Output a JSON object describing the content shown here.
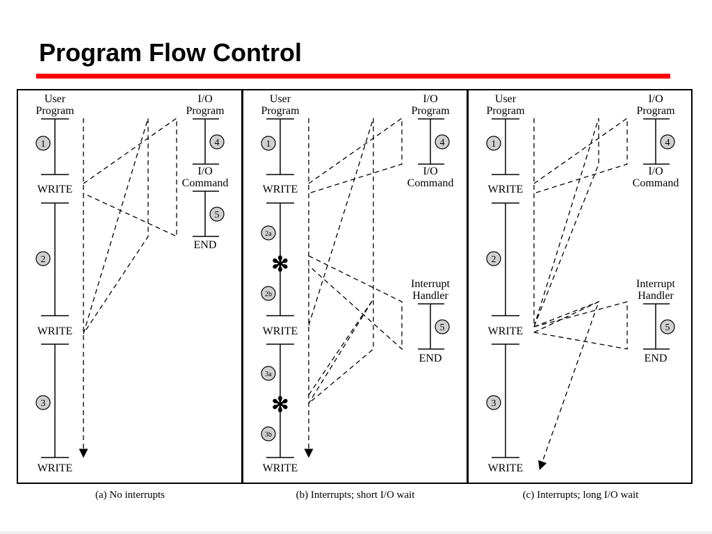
{
  "slide": {
    "title": "Program Flow Control"
  },
  "labels": {
    "user_program": [
      "User",
      "Program"
    ],
    "io_program": [
      "I/O",
      "Program"
    ],
    "io_command": [
      "I/O",
      "Command"
    ],
    "interrupt_handler": [
      "Interrupt",
      "Handler"
    ],
    "write": "WRITE",
    "end": "END",
    "interrupt_mark": "✻"
  },
  "panels": [
    {
      "id": "a",
      "caption": "(a) No interrupts",
      "user_segments": [
        "1",
        "2",
        "3"
      ],
      "io_segments": [
        "4",
        "5"
      ]
    },
    {
      "id": "b",
      "caption": "(b) Interrupts; short I/O wait",
      "user_segments": [
        "1",
        "2a",
        "2b",
        "3a",
        "3b"
      ],
      "io_segments": [
        "4",
        "5"
      ]
    },
    {
      "id": "c",
      "caption": "(c) Interrupts; long I/O wait",
      "user_segments": [
        "1",
        "2",
        "3"
      ],
      "io_segments": [
        "4",
        "5"
      ]
    }
  ],
  "colors": {
    "accent_rule": "#ff0000",
    "circle_fill": "#d0d0d0",
    "line": "#000000"
  }
}
